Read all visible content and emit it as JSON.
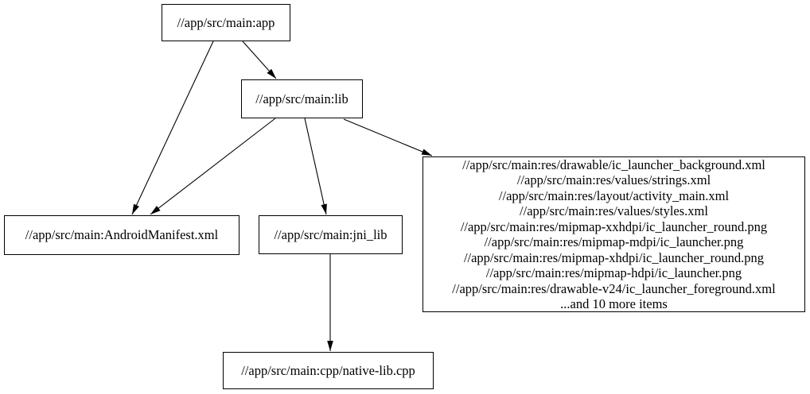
{
  "graph": {
    "background_color": "#ffffff",
    "node_border_color": "#000000",
    "text_color": "#000000",
    "nodes": {
      "app": {
        "label": "//app/src/main:app"
      },
      "lib": {
        "label": "//app/src/main:lib"
      },
      "manifest": {
        "label": "//app/src/main:AndroidManifest.xml"
      },
      "jni_lib": {
        "label": "//app/src/main:jni_lib"
      },
      "res": {
        "lines": [
          "//app/src/main:res/drawable/ic_launcher_background.xml",
          "//app/src/main:res/values/strings.xml",
          "//app/src/main:res/layout/activity_main.xml",
          "//app/src/main:res/values/styles.xml",
          "//app/src/main:res/mipmap-xxhdpi/ic_launcher_round.png",
          "//app/src/main:res/mipmap-mdpi/ic_launcher.png",
          "//app/src/main:res/mipmap-xhdpi/ic_launcher_round.png",
          "//app/src/main:res/mipmap-hdpi/ic_launcher.png",
          "//app/src/main:res/drawable-v24/ic_launcher_foreground.xml",
          "...and 10 more items"
        ]
      },
      "native": {
        "label": "//app/src/main:cpp/native-lib.cpp"
      }
    },
    "edges": [
      {
        "from": "//app/src/main:app",
        "to": "//app/src/main:lib"
      },
      {
        "from": "//app/src/main:app",
        "to": "//app/src/main:AndroidManifest.xml"
      },
      {
        "from": "//app/src/main:lib",
        "to": "//app/src/main:AndroidManifest.xml"
      },
      {
        "from": "//app/src/main:lib",
        "to": "//app/src/main:jni_lib"
      },
      {
        "from": "//app/src/main:lib",
        "to": "//app/src/main:res (file group)"
      },
      {
        "from": "//app/src/main:jni_lib",
        "to": "//app/src/main:cpp/native-lib.cpp"
      }
    ]
  }
}
